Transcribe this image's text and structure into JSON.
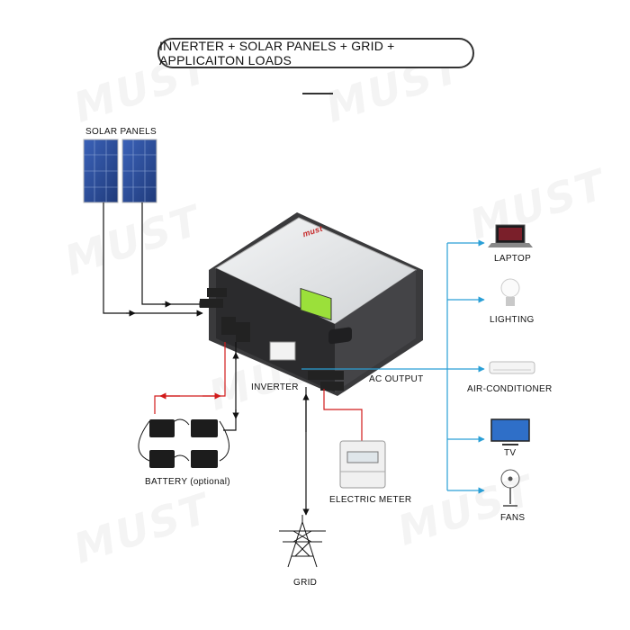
{
  "title": "INVERTER + SOLAR PANELS + GRID + APPLICAITON LOADS",
  "watermark": "MUST",
  "brand_logo": "must",
  "nodes": {
    "solar_panels": "SOLAR PANELS",
    "inverter": "INVERTER",
    "ac_output": "AC OUTPUT",
    "battery": "BATTERY (optional)",
    "electric_meter": "ELECTRIC METER",
    "grid": "GRID"
  },
  "loads": [
    {
      "label": "LAPTOP",
      "icon": "laptop-icon"
    },
    {
      "label": "LIGHTING",
      "icon": "bulb-icon"
    },
    {
      "label": "AIR-CONDITIONER",
      "icon": "air-conditioner-icon"
    },
    {
      "label": "TV",
      "icon": "tv-icon"
    },
    {
      "label": "FANS",
      "icon": "fan-icon"
    }
  ],
  "colors": {
    "dc_line": "#111111",
    "battery_positive": "#d11a1a",
    "ac_output_line": "#2a9fd6",
    "panel_blue": "#2e4fa0"
  }
}
